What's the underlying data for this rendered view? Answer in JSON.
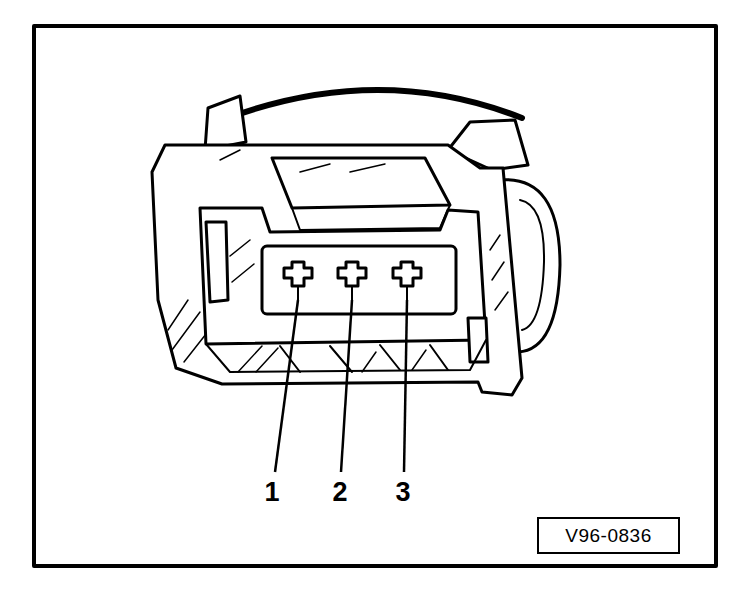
{
  "diagram": {
    "nodes": [
      {
        "text": [
          "V96-0836"
        ]
      }
    ],
    "labels": [
      "1",
      "2",
      "3"
    ]
  }
}
